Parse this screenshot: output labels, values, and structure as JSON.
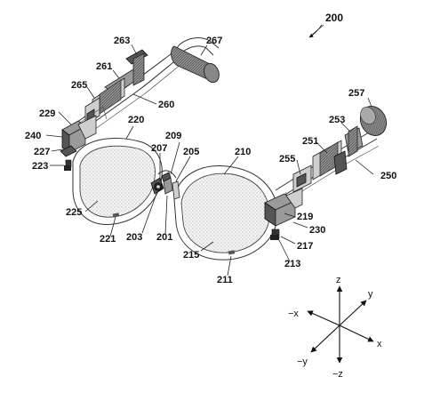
{
  "figure_number": "200",
  "references": {
    "r200": "200",
    "r267": "267",
    "r263": "263",
    "r261": "261",
    "r265": "265",
    "r260": "260",
    "r229": "229",
    "r220": "220",
    "r240": "240",
    "r227": "227",
    "r223": "223",
    "r209": "209",
    "r207": "207",
    "r205": "205",
    "r210": "210",
    "r257": "257",
    "r253": "253",
    "r251": "251",
    "r255": "255",
    "r250": "250",
    "r225": "225",
    "r221": "221",
    "r203": "203",
    "r201": "201",
    "r219": "219",
    "r230": "230",
    "r217": "217",
    "r215": "215",
    "r213": "213",
    "r211": "211"
  },
  "axes": {
    "z": "z",
    "y": "y",
    "neg_x": "−x",
    "x": "x",
    "neg_y": "−y",
    "neg_z": "−z"
  }
}
